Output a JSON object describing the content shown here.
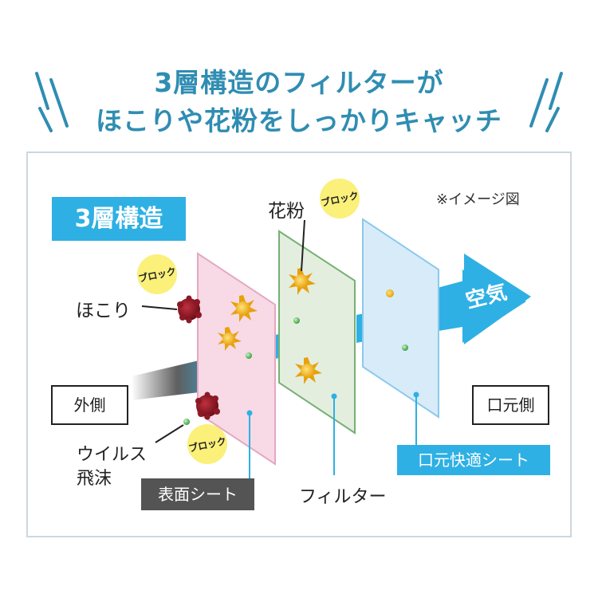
{
  "headline": {
    "line1": "3層構造のフィルターが",
    "line2": "ほこりや花粉をしっかりキャッチ"
  },
  "colors": {
    "accent": "#2eb0e4",
    "headline": "#2f8db2",
    "outer_sheet": "#f8d9e6",
    "filter_sheet": "#e4eedf",
    "inner_sheet": "#d7ecf8"
  },
  "diagram": {
    "layer_tag": "3層構造",
    "image_note": "※イメージ図",
    "outside_label": "外側",
    "mouth_side_label": "口元側",
    "air_label": "空気",
    "pollen_label": "花粉",
    "dust_label": "ほこり",
    "virus_label_line1": "ウイルス",
    "virus_label_line2": "飛沫",
    "block_badge": "ブロック",
    "sheets": {
      "surface": "表面シート",
      "filter": "フィルター",
      "comfort": "口元快適シート"
    }
  }
}
